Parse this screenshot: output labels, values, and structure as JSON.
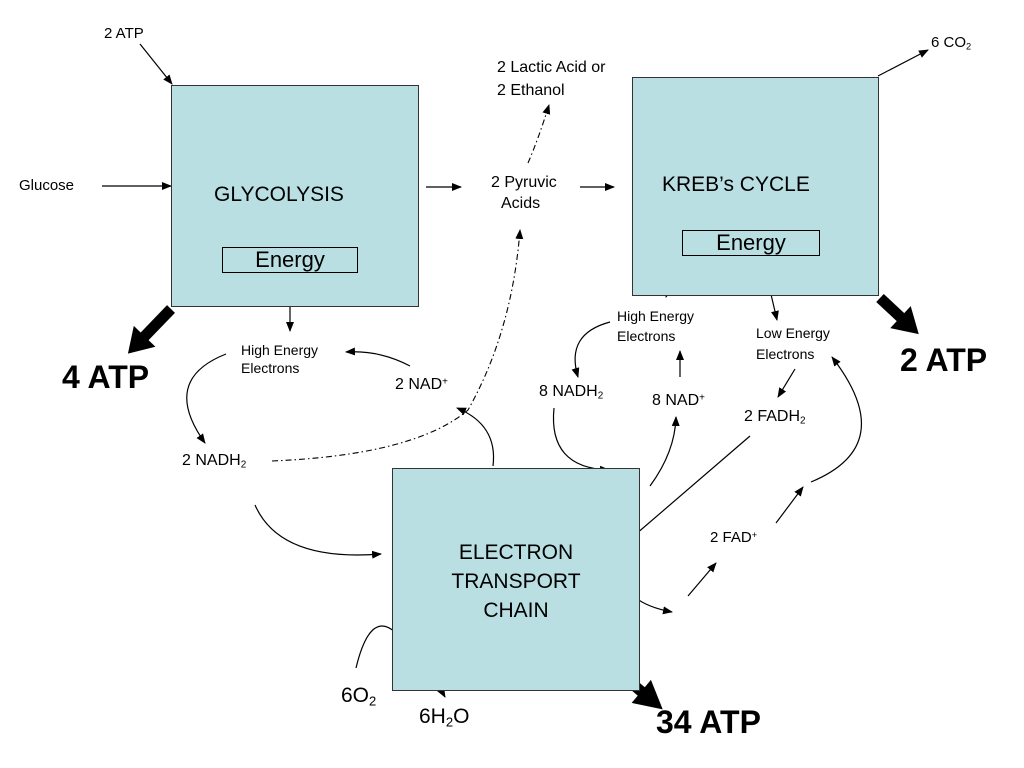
{
  "glycolysis": {
    "title": "GLYCOLYSIS",
    "energy": "Energy",
    "input_atp": "2 ATP",
    "glucose": "Glucose",
    "output_atp": "4 ATP",
    "high_energy_line1": "High Energy",
    "high_energy_line2": "Electrons",
    "nad": "2 NAD",
    "nadh2": "2 NADH"
  },
  "pyruvic": {
    "line1": "2 Pyruvic",
    "line2": "Acids",
    "lactic_line1": "2 Lactic Acid or",
    "lactic_line2": "2 Ethanol"
  },
  "kreb": {
    "title": "KREB’s CYCLE",
    "energy": "Energy",
    "co2": "6 CO",
    "output_atp": "2 ATP",
    "high_energy_line1": "High Energy",
    "high_energy_line2": "Electrons",
    "low_energy_line1": "Low Energy",
    "low_energy_line2": "Electrons",
    "nadh2": "8 NADH",
    "nad": "8 NAD",
    "fadh2": "2 FADH",
    "fad": "2 FAD"
  },
  "etc": {
    "line1": "ELECTRON",
    "line2": "TRANSPORT",
    "line3": "CHAIN",
    "o2": "6O",
    "h2o_part1": "6H",
    "h2o_part2": "O",
    "output_atp": "34 ATP"
  },
  "glyphs": {
    "sub2": "2",
    "plus": "+"
  }
}
